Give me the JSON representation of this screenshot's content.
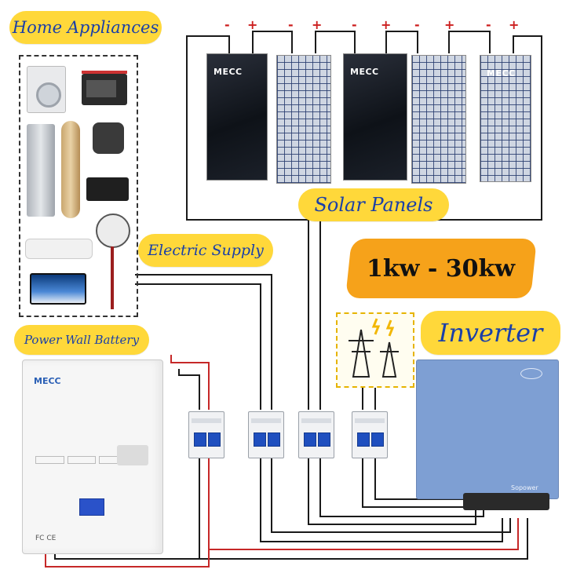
{
  "labels": {
    "home_appliances": "Home Appliances",
    "solar_panels": "Solar Panels",
    "electric_supply": "Electric Supply",
    "power_wall_battery": "Power Wall Battery",
    "inverter": "Inverter",
    "power_range": "1kw - 30kw"
  },
  "panel_brand": "MECC",
  "battery_brand": "MECC",
  "polarity": {
    "negative": "-",
    "positive": "+"
  },
  "battery_marks": "FC CE",
  "inverter_brand": "Sopower",
  "colors": {
    "label_bg": "#ffd83a",
    "label_text": "#1a3fa8",
    "range_banner": "#f6a21a",
    "wire_dark": "#1a1a1a",
    "wire_red": "#c62828",
    "breaker_lever": "#1f4fbf",
    "inverter_body": "#7e9fd3"
  }
}
